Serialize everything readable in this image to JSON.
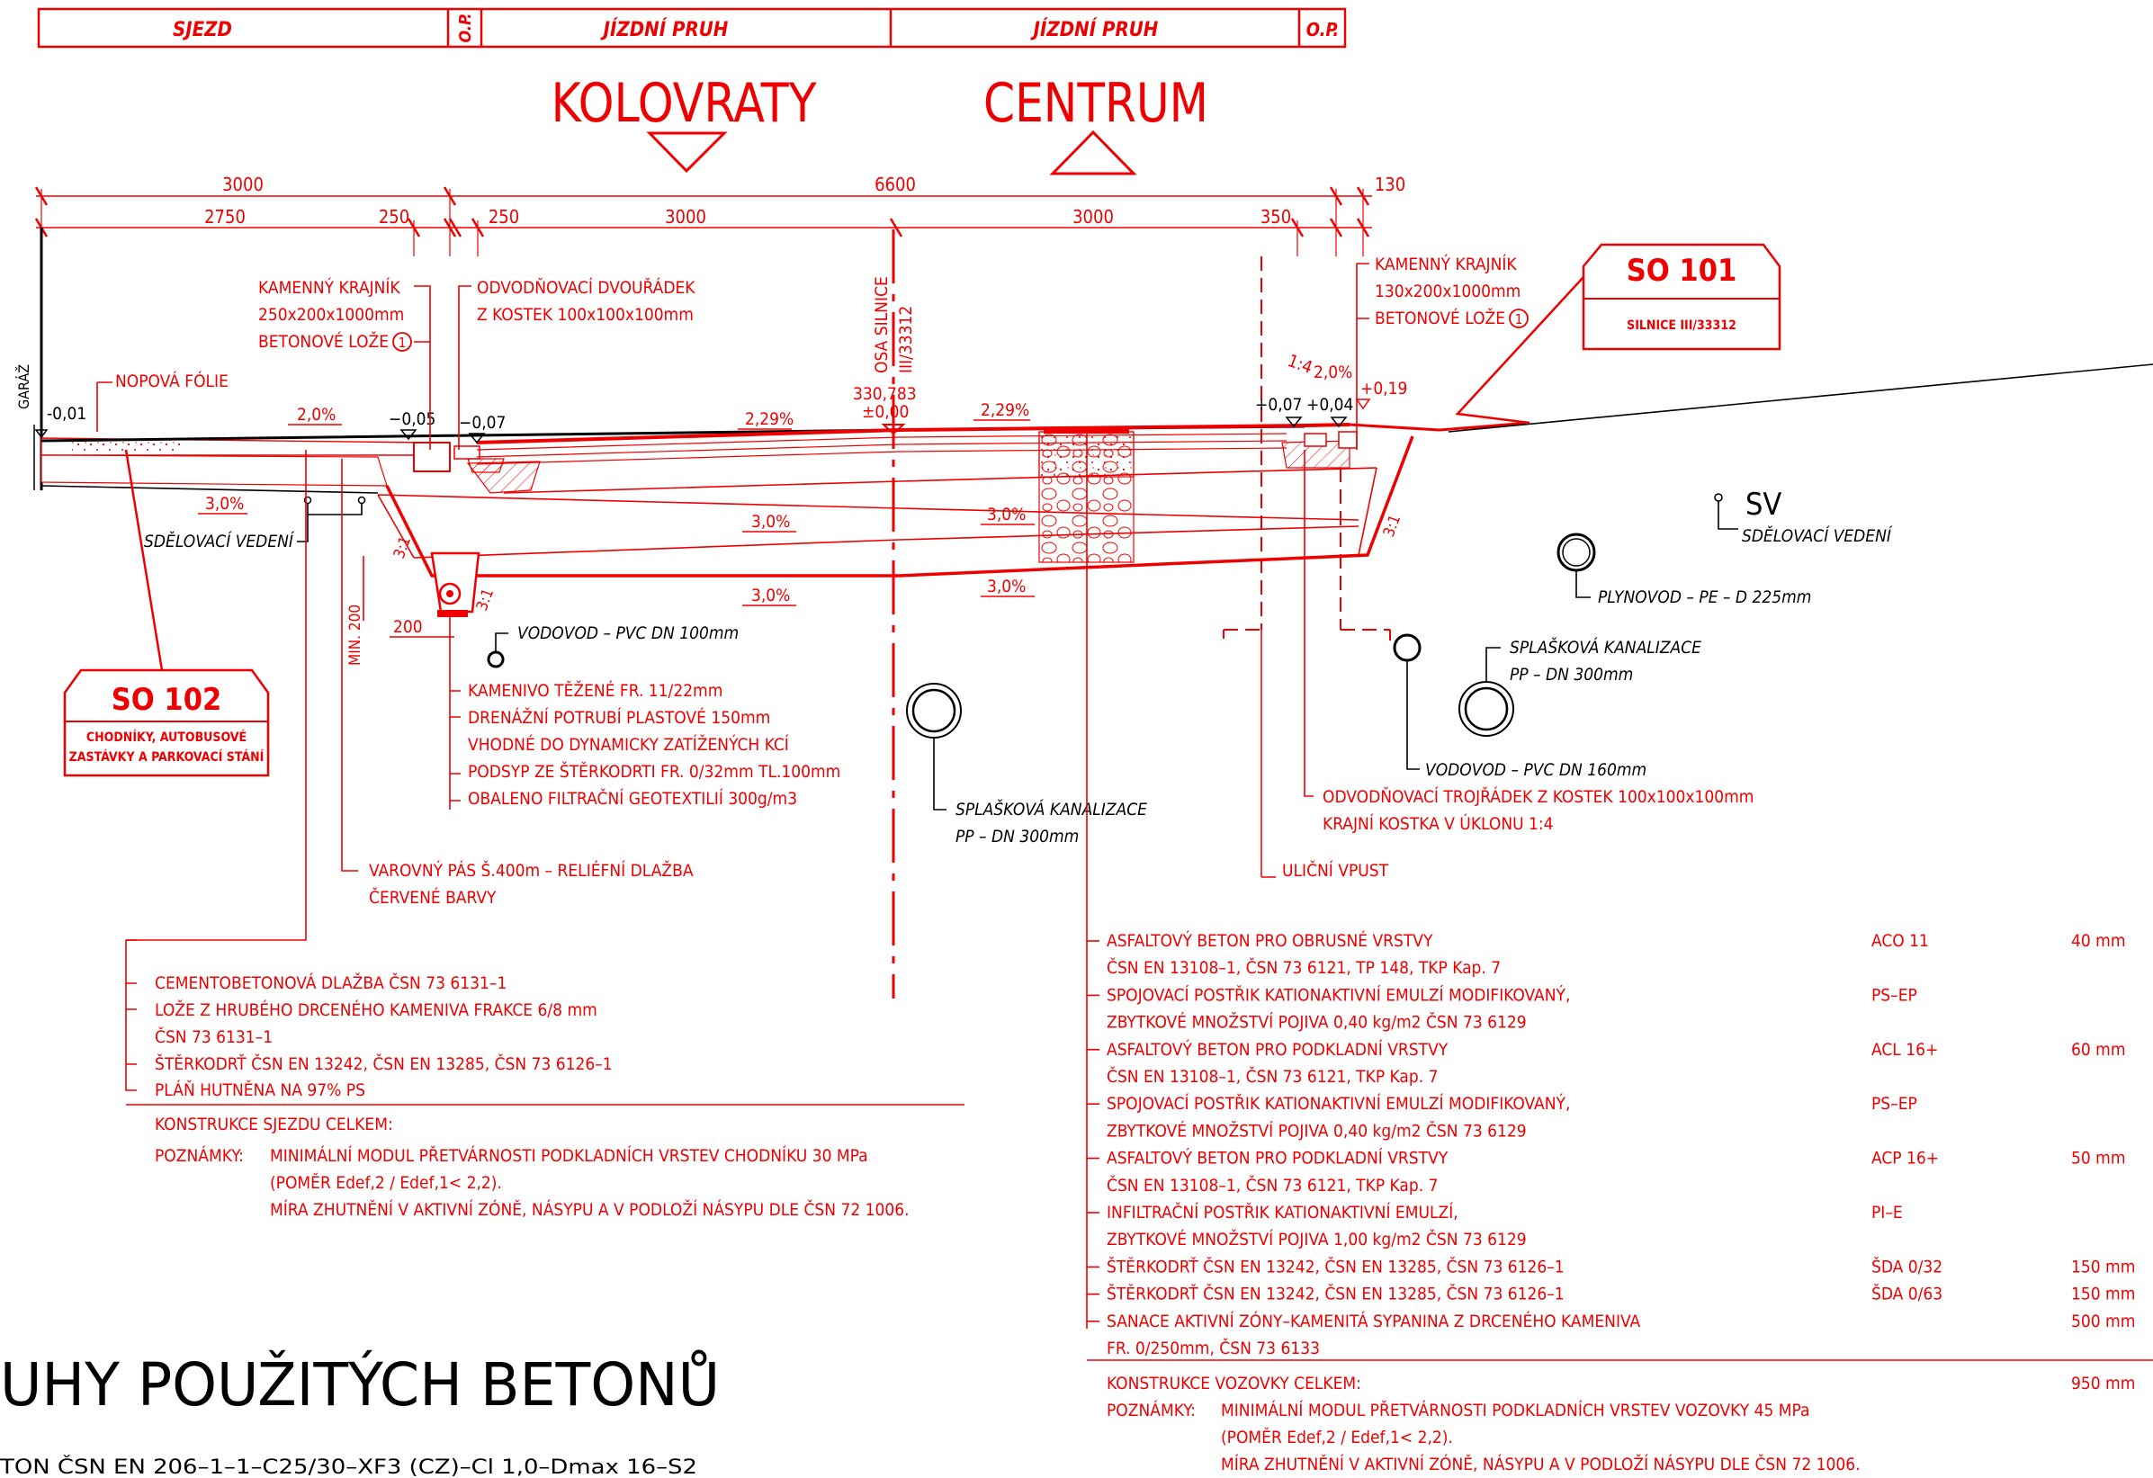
{
  "colors": {
    "red": "#ee0000",
    "black": "#000000",
    "background": "#ffffff"
  },
  "header": {
    "c1": "SJEZD",
    "c2": "O.P.",
    "c3": "JÍZDNÍ PRUH",
    "c4": "JÍZDNÍ PRUH",
    "c5": "O.P."
  },
  "direction": {
    "left": "KOLOVRATY",
    "right": "CENTRUM"
  },
  "dims": {
    "d3000a": "3000",
    "d6600": "6600",
    "d130": "130",
    "d2750": "2750",
    "d250a": "250",
    "d250b": "250",
    "d3000b": "3000",
    "d3000c": "3000",
    "d350": "350",
    "d200": "200",
    "dmin200": "MIN. 200"
  },
  "slopes": {
    "s1": "2,0%",
    "s2": "3,0%",
    "s3": "2,29%",
    "s4": "2,29%",
    "s5": "3,0%",
    "s6": "3,0%",
    "s7": "3,0%",
    "s8": "3,0%",
    "s9": "2,0%",
    "s10": "1:4",
    "s11": "3:1",
    "s12": "3:1",
    "s13": "3:1"
  },
  "levels": {
    "l1": "-0,01",
    "l2": "−0,05",
    "l3": "−0,07",
    "l4": "330,783",
    "l5": "±0,00",
    "l6": "+0,07",
    "l7": "+0,04",
    "l8": "+0,19"
  },
  "labels": {
    "garage": "GARÁŽ",
    "foil": "NOPOVÁ FÓLIE",
    "curbLeft": [
      "KAMENNÝ KRAJNÍK",
      "250x200x1000mm",
      "BETONOVÉ LOŽE"
    ],
    "drainLeft": [
      "ODVODŇOVACÍ DVOUŘÁDEK",
      "Z KOSTEK 100x100x100mm"
    ],
    "axis": [
      "OSA SILNICE",
      "III/33312"
    ],
    "curbRight": [
      "KAMENNÝ KRAJNÍK",
      "130x200x1000mm",
      "BETONOVÉ LOŽE"
    ],
    "circleNum": "1",
    "so101": {
      "title": "SO 101",
      "sub": "SILNICE III/33312"
    },
    "so102": {
      "title": "SO 102",
      "sub1": "CHODNÍKY, AUTOBUSOVÉ",
      "sub2": "ZASTÁVKY A PARKOVACÍ STÁNÍ"
    },
    "telecomLeft": "SDĚLOVACÍ VEDENÍ",
    "sv": "SV",
    "telecomRight": "SDĚLOVACÍ VEDENÍ",
    "gas": "PLYNOVOD – PE – D 225mm",
    "water100": "VODOVOD – PVC DN 100mm",
    "sewerRight": [
      "SPLAŠKOVÁ KANALIZACE",
      "PP – DN 300mm"
    ],
    "water160": "VODOVOD – PVC DN 160mm",
    "sewerMid": [
      "SPLAŠKOVÁ KANALIZACE",
      "PP – DN 300mm"
    ],
    "drainSpec": [
      "KAMENIVO TĚŽENÉ FR. 11/22mm",
      "DRENÁŽNÍ POTRUBÍ PLASTOVÉ     150mm",
      "VHODNÉ DO DYNAMICKY ZATÍŽENÝCH KCÍ",
      "PODSYP ZE ŠTĚRKODRTI FR. 0/32mm TL.100mm",
      "OBALENO FILTRAČNÍ GEOTEXTILIÍ 300g/m3"
    ],
    "drainRight": [
      "ODVODŇOVACÍ TROJŘÁDEK Z KOSTEK 100x100x100mm",
      "KRAJNÍ KOSTKA V ÚKLONU 1:4"
    ],
    "inlet": "ULIČNÍ VPUST",
    "warning": [
      "VAROVNÝ PÁS Š.400m – RELIÉFNÍ DLAŽBA",
      "ČERVENÉ BARVY"
    ]
  },
  "leftSpec": {
    "lines": [
      "CEMENTOBETONOVÁ DLAŽBA   ČSN 73 6131–1",
      "LOŽE Z HRUBÉHO DRCENÉHO KAMENIVA FRAKCE 6/8 mm",
      "ČSN 73 6131–1",
      "ŠTĚRKODRŤ   ČSN EN 13242, ČSN EN 13285, ČSN 73 6126–1",
      "PLÁŇ HUTNĚNA NA 97% PS"
    ],
    "total": "KONSTRUKCE SJEZDU CELKEM:",
    "notesLabel": "POZNÁMKY:",
    "note1": "MINIMÁLNÍ MODUL PŘETVÁRNOSTI PODKLADNÍCH VRSTEV CHODNÍKU 30 MPa",
    "note2": "(POMĚR Edef,2 / Edef,1< 2,2).",
    "note3": "MÍRA ZHUTNĚNÍ V AKTIVNÍ ZÓNĚ, NÁSYPU A V PODLOŽÍ NÁSYPU DLE ČSN 72 1006."
  },
  "rightSpec": {
    "rows": [
      {
        "text": "ASFALTOVÝ BETON PRO OBRUSNÉ VRSTVY",
        "code": "ACO 11",
        "thk": "40 mm"
      },
      {
        "text": "ČSN EN 13108–1, ČSN 73 6121, TP 148, TKP Kap. 7",
        "code": "",
        "thk": ""
      },
      {
        "text": "SPOJOVACÍ POSTŘIK KATIONAKTIVNÍ EMULZÍ MODIFIKOVANÝ,",
        "code": "PS–EP",
        "thk": ""
      },
      {
        "text": "ZBYTKOVÉ MNOŽSTVÍ POJIVA 0,40 kg/m2 ČSN 73 6129",
        "code": "",
        "thk": ""
      },
      {
        "text": "ASFALTOVÝ BETON PRO PODKLADNÍ VRSTVY",
        "code": "ACL 16+",
        "thk": "60 mm"
      },
      {
        "text": "ČSN EN 13108–1, ČSN 73 6121, TKP Kap. 7",
        "code": "",
        "thk": ""
      },
      {
        "text": "SPOJOVACÍ POSTŘIK KATIONAKTIVNÍ EMULZÍ MODIFIKOVANÝ,",
        "code": "PS–EP",
        "thk": ""
      },
      {
        "text": "ZBYTKOVÉ MNOŽSTVÍ POJIVA 0,40 kg/m2 ČSN 73 6129",
        "code": "",
        "thk": ""
      },
      {
        "text": "ASFALTOVÝ BETON PRO PODKLADNÍ VRSTVY",
        "code": "ACP 16+",
        "thk": "50 mm"
      },
      {
        "text": "ČSN EN 13108–1, ČSN 73 6121, TKP Kap. 7",
        "code": "",
        "thk": ""
      },
      {
        "text": "INFILTRAČNÍ POSTŘIK KATIONAKTIVNÍ EMULZÍ,",
        "code": "PI–E",
        "thk": ""
      },
      {
        "text": "ZBYTKOVÉ MNOŽSTVÍ POJIVA 1,00 kg/m2 ČSN 73 6129",
        "code": "",
        "thk": ""
      },
      {
        "text": "ŠTĚRKODRŤ   ČSN EN 13242, ČSN EN 13285, ČSN 73 6126–1",
        "code": "ŠDA 0/32",
        "thk": "150 mm"
      },
      {
        "text": "ŠTĚRKODRŤ   ČSN EN 13242, ČSN EN 13285, ČSN 73 6126–1",
        "code": "ŠDA 0/63",
        "thk": "150 mm"
      },
      {
        "text": "SANACE AKTIVNÍ ZÓNY–KAMENITÁ SYPANINA Z DRCENÉHO KAMENIVA",
        "code": "",
        "thk": "500 mm"
      },
      {
        "text": "FR. 0/250mm, ČSN 73 6133",
        "code": "",
        "thk": ""
      }
    ],
    "total": "KONSTRUKCE VOZOVKY CELKEM:",
    "totalThk": "950 mm",
    "notesLabel": "POZNÁMKY:",
    "note1": "MINIMÁLNÍ MODUL PŘETVÁRNOSTI PODKLADNÍCH VRSTEV VOZOVKY 45 MPa",
    "note2": "(POMĚR Edef,2 / Edef,1< 2,2).",
    "note3": "MÍRA ZHUTNĚNÍ V AKTIVNÍ ZÓNĚ, NÁSYPU A V PODLOŽÍ NÁSYPU DLE ČSN 72 1006."
  },
  "bottom": {
    "heading": "UHY POUŽITÝCH BETONŮ",
    "spec": "TON ČSN EN 206–1–1–C25/30–XF3 (CZ)–Cl 1,0–Dmax 16–S2"
  }
}
